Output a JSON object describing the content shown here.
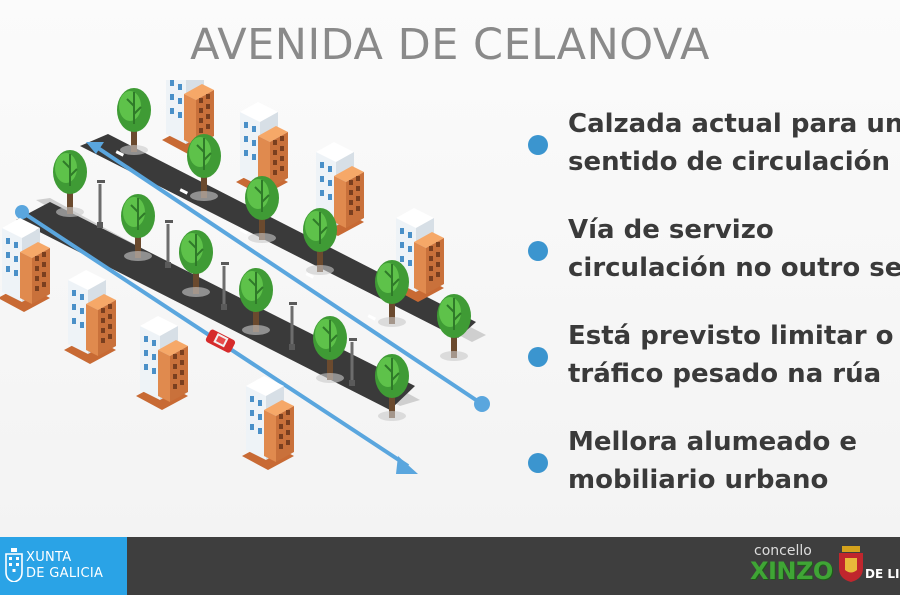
{
  "slide": {
    "title": "AVENIDA DE CELANOVA",
    "bullets": [
      {
        "text": "Calzada actual para un único\nsentido de circulación"
      },
      {
        "text": "Vía de servizo\ncirculación no outro sentido"
      },
      {
        "text": "Está previsto limitar o\ntráfico pesado na rúa"
      },
      {
        "text": "Mellora alumeado e\nmobiliario urbano"
      }
    ]
  },
  "footer": {
    "xunta_line1": "XUNTA",
    "xunta_line2": "DE GALICIA",
    "concello_small": "concello",
    "concello_name": "XINZO",
    "concello_de": "DE LIMIA"
  },
  "colors": {
    "accent_blue": "#3b95cf",
    "xunta_blue": "#2aa3e6",
    "footer_dark": "#3e3e3e",
    "title_gray": "#8a8a8a",
    "bullet_text": "#3a3a3a",
    "road": "#3c3c3c",
    "tree_green": "#4caf3c",
    "building_orange": "#d9834b"
  },
  "icons": {
    "bullet": "blue-dot",
    "xunta_logo": "xunta-crest-icon",
    "concello_logo": "xinzo-shield-icon"
  }
}
